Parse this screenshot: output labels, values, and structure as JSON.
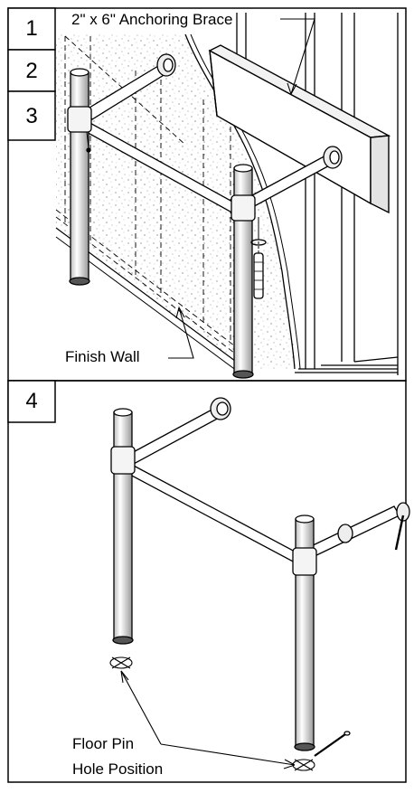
{
  "panel_top": {
    "steps": [
      "1",
      "2",
      "3"
    ],
    "callout_brace": "2\" x 6\" Anchoring Brace",
    "callout_wall": "Finish Wall"
  },
  "panel_bottom": {
    "step": "4",
    "callout_floor_pin_line1": "Floor Pin",
    "callout_floor_pin_line2": "Hole Position"
  }
}
